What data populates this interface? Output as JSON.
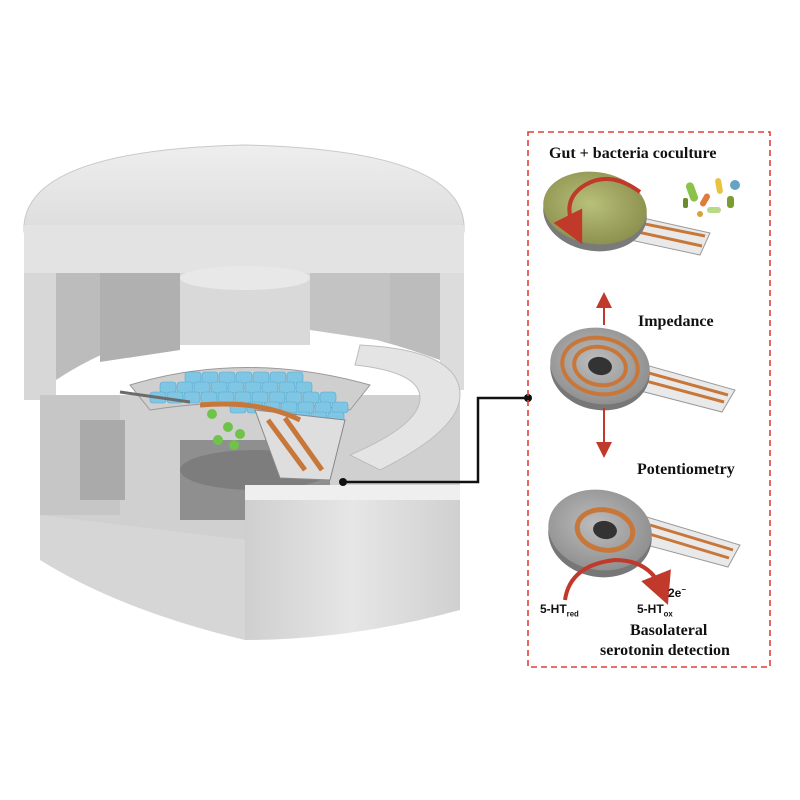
{
  "panel": {
    "title_coculture": "Gut + bacteria coculture",
    "title_impedance": "Impedance",
    "title_potentiometry": "Potentiometry",
    "title_detection_line1": "Basolateral",
    "title_detection_line2": "serotonin detection",
    "border_color": "#e0413a"
  },
  "reaction": {
    "reduced": {
      "base": "5-HT",
      "sub": "red"
    },
    "oxidized": {
      "base": "5-HT",
      "sub": "ox"
    },
    "electrons": {
      "base": "2e",
      "sup": "−"
    }
  },
  "colors": {
    "housing": "#d9d9d9",
    "cells": "#7fc6e4",
    "electrode": "#c8773a",
    "arrow": "#c0392b",
    "bacteria_green": "#6fc24a"
  }
}
